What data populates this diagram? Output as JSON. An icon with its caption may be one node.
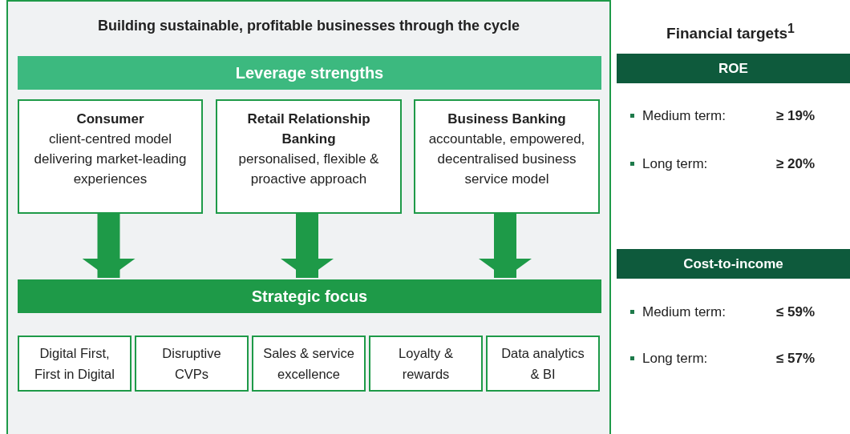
{
  "diagram": {
    "nodes": [
      {
        "text": [
          "Building sustainable, profitable businesses through the cycle"
        ]
      },
      {
        "text": [
          "Leverage strengths"
        ],
        "in": 0
      },
      {
        "text": [
          "Consumer",
          "client-centred model delivering market-leading experiences"
        ],
        "in": 0
      },
      {
        "text": [
          "Retail Relationship Banking",
          "personalised, flexible & proactive approach"
        ],
        "in": 0
      },
      {
        "text": [
          "Business Banking",
          "accountable, empowered, decentralised business service model"
        ],
        "in": 0
      },
      {
        "text": [
          "Strategic focus"
        ],
        "in": 0
      },
      {
        "text": [
          "Digital First, First in Digital"
        ],
        "in": 0
      },
      {
        "text": [
          "Disruptive CVPs"
        ],
        "in": 0
      },
      {
        "text": [
          "Sales & service excellence"
        ],
        "in": 0
      },
      {
        "text": [
          "Loyalty & rewards"
        ],
        "in": 0
      },
      {
        "text": [
          "Data analytics & BI"
        ],
        "in": 0
      },
      {
        "text": [
          "Financial targets$^{1}$"
        ]
      },
      {
        "text": [
          "ROE"
        ],
        "in": 11
      },
      {
        "text": [
          "Cost-to-income"
        ],
        "in": 11
      }
    ],
    "edges": [
      {
        "from": 2,
        "to": 5,
        "arrow": "to"
      },
      {
        "from": 3,
        "to": 5,
        "arrow": "to"
      },
      {
        "from": 4,
        "to": 5,
        "arrow": "to"
      }
    ],
    "labels": [
      "Medium term:",
      "≥ 19%",
      "Long term:",
      "≥ 20%",
      "Medium term:",
      "≤ 59%",
      "Long term:",
      "≤ 57%"
    ]
  }
}
